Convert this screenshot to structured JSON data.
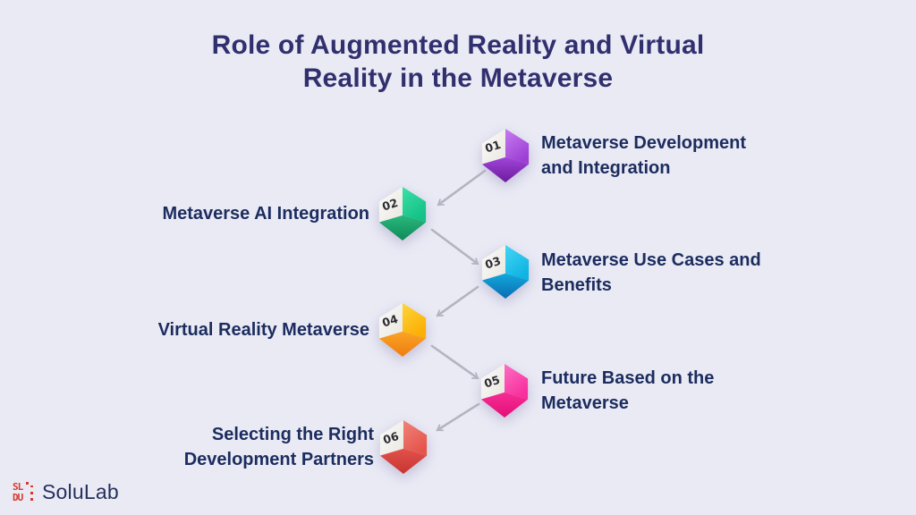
{
  "title": "Role of Augmented Reality and Virtual\nReality in the Metaverse",
  "items": [
    {
      "number": "01",
      "line1": "Metaverse Development",
      "line2": "and Integration",
      "side": "right",
      "color_light_start": "#c67df0",
      "color_light_end": "#9d3fd4",
      "color_dark_start": "#a044da",
      "color_dark_end": "#6d1b9c"
    },
    {
      "number": "02",
      "line1": "Metaverse AI Integration",
      "line2": "",
      "side": "left",
      "color_light_start": "#3be0a8",
      "color_light_end": "#14c186",
      "color_dark_start": "#27b87d",
      "color_dark_end": "#118a58"
    },
    {
      "number": "03",
      "line1": "Metaverse Use Cases and",
      "line2": "Benefits",
      "side": "right",
      "color_light_start": "#45d6f5",
      "color_light_end": "#0fb3e2",
      "color_dark_start": "#12a8da",
      "color_dark_end": "#0a6cb4"
    },
    {
      "number": "04",
      "line1": "Virtual Reality Metaverse",
      "line2": "",
      "side": "left",
      "color_light_start": "#fdd63a",
      "color_light_end": "#fcae05",
      "color_dark_start": "#f9a423",
      "color_dark_end": "#f07c12"
    },
    {
      "number": "05",
      "line1": "Future Based on the",
      "line2": "Metaverse",
      "side": "right",
      "color_light_start": "#fc6fc2",
      "color_light_end": "#f8309e",
      "color_dark_start": "#f62d94",
      "color_dark_end": "#e30e78"
    },
    {
      "number": "06",
      "line1": "Selecting the Right",
      "line2": "Development Partners",
      "side": "left",
      "color_light_start": "#f0837b",
      "color_light_end": "#e5544b",
      "color_dark_start": "#e1514a",
      "color_dark_end": "#c6352f"
    }
  ],
  "logo": {
    "text": "SoluLab",
    "mark_top": "SL",
    "mark_bottom": "DU",
    "mark_color": "#d43b2f"
  },
  "colors": {
    "background": "#eaeaf5",
    "title_text": "#31306f",
    "item_text": "#1b2c5e",
    "arrow": "#b4b4c0",
    "cube_face_white": "#fcfbf8",
    "cube_number": "#2b2b33"
  }
}
